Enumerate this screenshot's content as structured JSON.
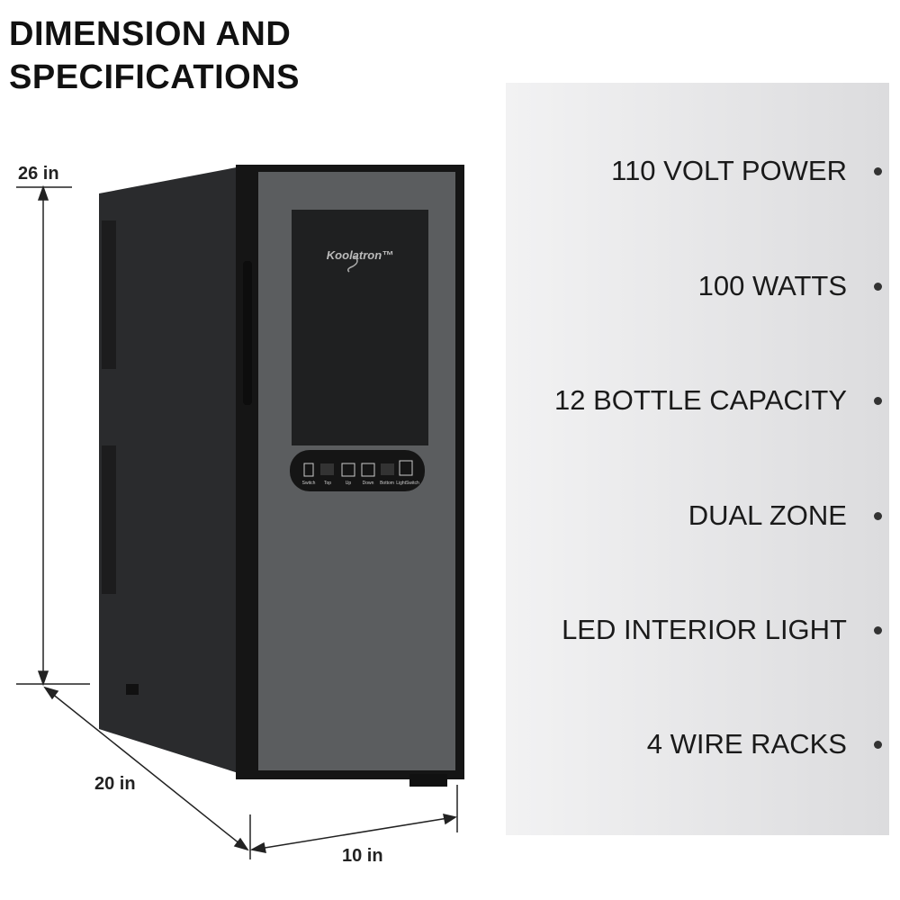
{
  "title": {
    "line1": "DIMENSION AND",
    "line2": "SPECIFICATIONS"
  },
  "dimensions": {
    "height": "26 in",
    "depth": "20 in",
    "width": "10 in"
  },
  "product": {
    "brand_logo": "Koolatron™",
    "controls": [
      "Switch",
      "Top",
      "Up",
      "Down",
      "Bottom",
      "LightSwitch"
    ]
  },
  "specs": [
    "110 VOLT POWER",
    "100 WATTS",
    "12 BOTTLE CAPACITY",
    "DUAL ZONE",
    "LED INTERIOR LIGHT",
    "4 WIRE RACKS"
  ]
}
